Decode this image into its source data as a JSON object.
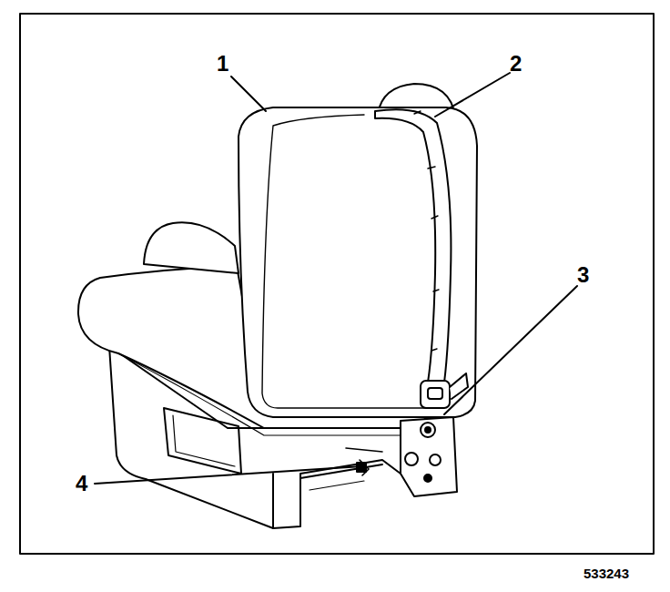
{
  "diagram": {
    "labels": [
      "1",
      "2",
      "3",
      "4",
      "533243"
    ]
  }
}
